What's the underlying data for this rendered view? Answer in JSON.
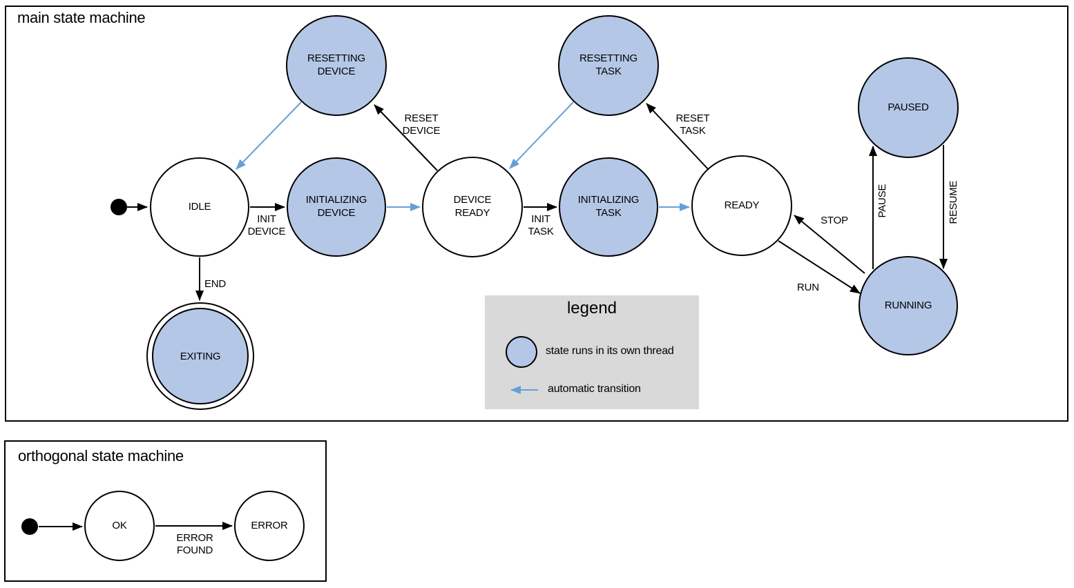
{
  "colors": {
    "threaded_state_fill": "#b4c7e7",
    "plain_state_fill": "#ffffff",
    "stroke": "#000000",
    "automatic_transition_arrow": "#64a0d7",
    "legend_background": "#d9d9d9"
  },
  "main": {
    "title": "main state machine",
    "states": {
      "idle": {
        "label": "IDLE"
      },
      "resetting_device": {
        "label": "RESETTING\nDEVICE"
      },
      "initializing_device": {
        "label": "INITIALIZING\nDEVICE"
      },
      "device_ready": {
        "label": "DEVICE\nREADY"
      },
      "resetting_task": {
        "label": "RESETTING\nTASK"
      },
      "initializing_task": {
        "label": "INITIALIZING\nTASK"
      },
      "ready": {
        "label": "READY"
      },
      "paused": {
        "label": "PAUSED"
      },
      "running": {
        "label": "RUNNING"
      },
      "exiting": {
        "label": "EXITING"
      }
    },
    "transitions": {
      "init_device": {
        "label": "INIT\nDEVICE"
      },
      "init_task": {
        "label": "INIT\nTASK"
      },
      "reset_device": {
        "label": "RESET\nDEVICE"
      },
      "reset_task": {
        "label": "RESET\nTASK"
      },
      "run": {
        "label": "RUN"
      },
      "stop": {
        "label": "STOP"
      },
      "pause": {
        "label": "PAUSE"
      },
      "resume": {
        "label": "RESUME"
      },
      "end": {
        "label": "END"
      }
    },
    "legend": {
      "title": "legend",
      "items": [
        {
          "label": "state runs in its own thread"
        },
        {
          "label": "automatic transition"
        }
      ]
    }
  },
  "orthogonal": {
    "title": "orthogonal state machine",
    "states": {
      "ok": {
        "label": "OK"
      },
      "error": {
        "label": "ERROR"
      }
    },
    "transitions": {
      "error_found": {
        "label": "ERROR\nFOUND"
      }
    }
  }
}
